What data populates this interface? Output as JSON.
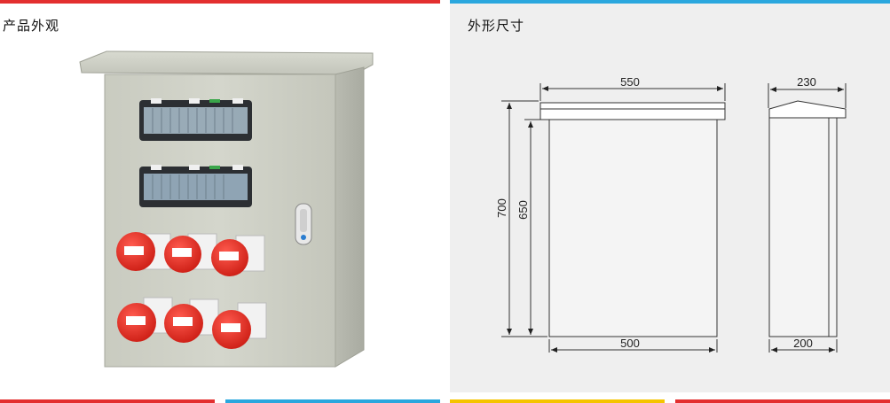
{
  "left": {
    "title": "产品外观",
    "accent": "#e32f2f"
  },
  "right": {
    "title": "外形尺寸",
    "accent": "#2aa7de",
    "front_view": {
      "top_width": "550",
      "body_width": "500",
      "total_height": "700",
      "body_height": "650"
    },
    "side_view": {
      "top_depth": "230",
      "body_depth": "200"
    }
  },
  "bottom_bars": [
    "#e32f2f",
    "#2aa7de",
    "#f5c400",
    "#e32f2f"
  ]
}
